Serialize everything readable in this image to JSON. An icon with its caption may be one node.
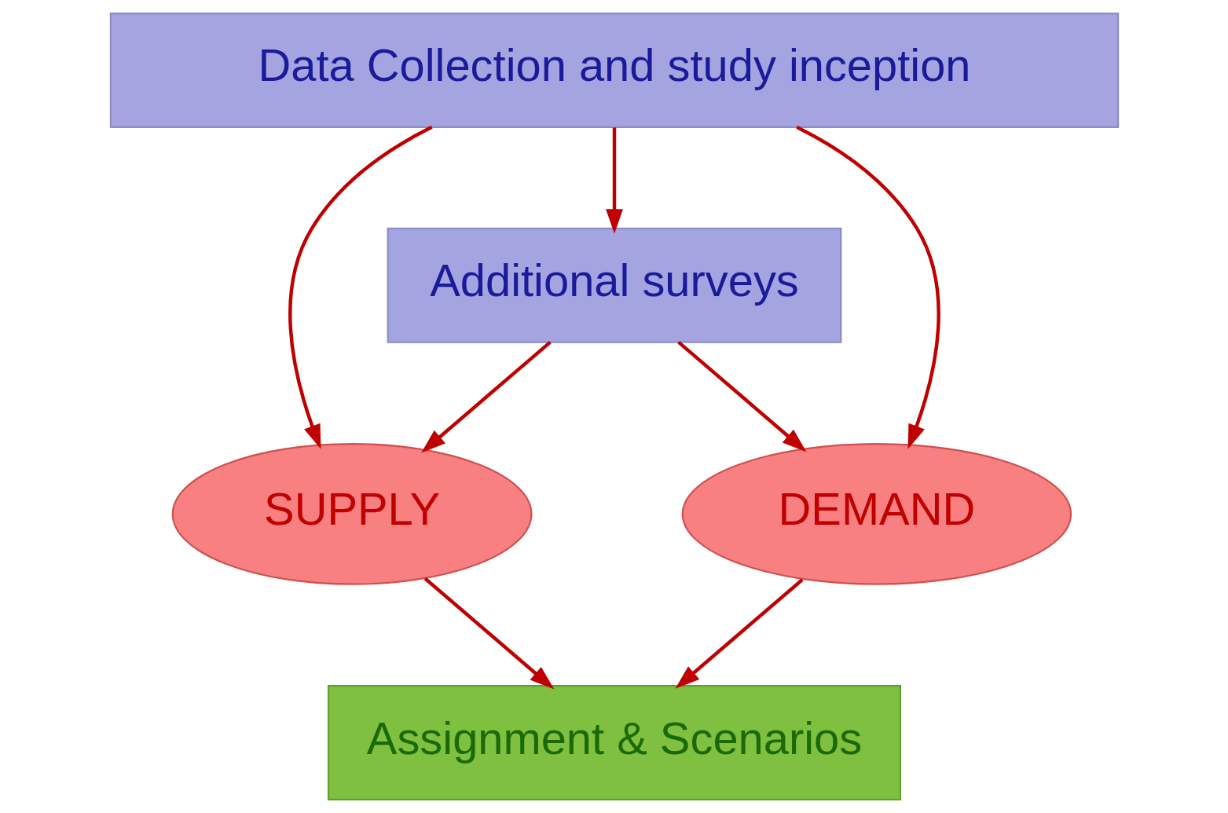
{
  "diagram": {
    "nodes": [
      {
        "text": [
          "Data Collection and study inception"
        ]
      },
      {
        "text": [
          "Additional surveys"
        ]
      },
      {
        "text": [
          "SUPPLY"
        ]
      },
      {
        "text": [
          "DEMAND"
        ]
      },
      {
        "text": [
          "Assignment & Scenarios"
        ]
      }
    ],
    "edges": [
      {
        "from": 0,
        "to": 2,
        "arrow": "to"
      },
      {
        "from": 0,
        "to": 1,
        "arrow": "to"
      },
      {
        "from": 0,
        "to": 3,
        "arrow": "to"
      },
      {
        "from": 1,
        "to": 2,
        "arrow": "to"
      },
      {
        "from": 1,
        "to": 3,
        "arrow": "to"
      },
      {
        "from": 2,
        "to": 4,
        "arrow": "to"
      },
      {
        "from": 3,
        "to": 4,
        "arrow": "to"
      }
    ]
  }
}
